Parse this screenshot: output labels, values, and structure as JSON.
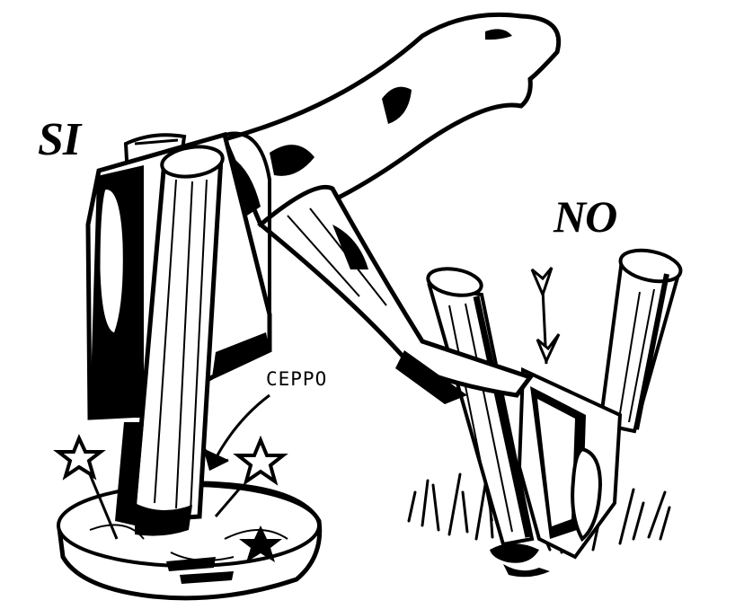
{
  "labels": {
    "correct": "SI",
    "wrong": "NO",
    "stump": "CEPPO"
  },
  "colors": {
    "ink": "#000000",
    "paper": "#ffffff"
  },
  "icons": [
    "axe-icon",
    "log-icon",
    "stump-icon",
    "star-icon",
    "arrow-icon",
    "grass-icon"
  ]
}
